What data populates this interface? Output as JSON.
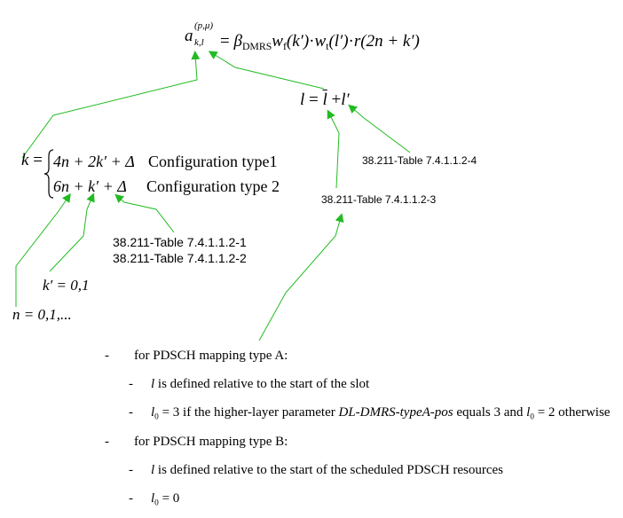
{
  "main_equation": {
    "lhs_base": "a",
    "lhs_sup": "(p,μ)",
    "lhs_sub": "k,l",
    "equals": "=",
    "beta": "β",
    "beta_sub": "DMRS",
    "wf": "w",
    "wf_sub": "f",
    "wf_arg": "(k′)",
    "dot1": "·",
    "wt": "w",
    "wt_sub": "t",
    "wt_arg": "(l′)",
    "dot2": "·",
    "r": "r",
    "r_arg": "(2n + k′)"
  },
  "l_equation": {
    "lhs": "l",
    "equals": "=",
    "lbar": "l",
    "plus": "+",
    "lprime": "l′"
  },
  "k_equation": {
    "lhs": "k",
    "equals": "=",
    "case1": "4n + 2k′ + Δ",
    "case1_label": "Configuration type1",
    "case2": "6n + k′ + Δ",
    "case2_label": "Configuration type 2"
  },
  "annotations": {
    "k_prime_values": "k′ = 0,1",
    "n_values": "n = 0,1,...",
    "ref_k_table_1": "38.211-Table 7.4.1.1.2-1",
    "ref_k_table_2": "38.211-Table 7.4.1.1.2-2",
    "ref_lbar_table": "38.211-Table 7.4.1.1.2-3",
    "ref_lprime_table": "38.211-Table 7.4.1.1.2-4"
  },
  "bullets": {
    "a_header": "for PDSCH mapping type A:",
    "a_item1_symbol": "l",
    "a_item1_text": "is defined relative to the start of the slot",
    "a_item2_pre": "l",
    "a_item2_sub": "0",
    "a_item2_eq": "= 3 if the higher-layer parameter",
    "a_item2_param": "DL-DMRS-typeA-pos",
    "a_item2_mid": "equals 3 and",
    "a_item2_l": "l",
    "a_item2_l_sub": "0",
    "a_item2_tail": "= 2  otherwise",
    "b_header": "for PDSCH mapping type B:",
    "b_item1_symbol": "l",
    "b_item1_text": "is defined relative to the start of the scheduled PDSCH resources",
    "b_item2_l": "l",
    "b_item2_sub": "0",
    "b_item2_eq": "= 0",
    "dash": "-"
  },
  "colors": {
    "arrow": "#22bb22"
  }
}
